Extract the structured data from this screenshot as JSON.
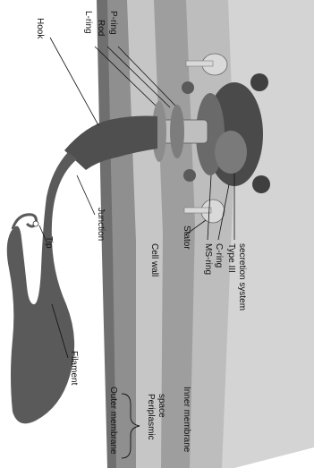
{
  "figure": {
    "labels": {
      "hook": "Hook",
      "l_ring": "L-ring",
      "rod": "Rod",
      "p_ring": "P-ring",
      "tip": "Tip",
      "junction": "Junction",
      "filament": "Filament",
      "cell_wall": "Cell wall",
      "stator": "Stator",
      "ms_ring": "MS-ring",
      "c_ring": "C-ring",
      "type3_line1": "Type III",
      "type3_line2": "secretion system",
      "outer_membrane": "Outer membrane",
      "periplasmic_line1": "Periplasmic",
      "periplasmic_line2": "space",
      "inner_membrane": "Inner membrane"
    }
  }
}
